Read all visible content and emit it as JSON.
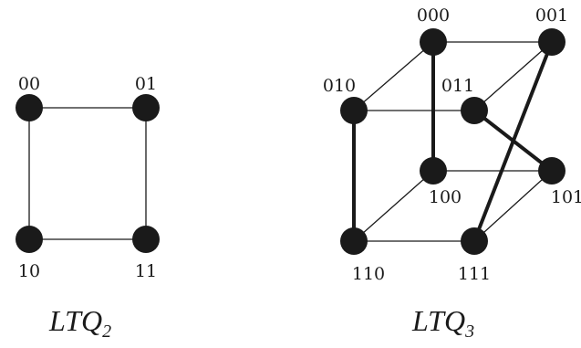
{
  "graphs": [
    {
      "id": "ltq2",
      "caption": {
        "base": "LTQ",
        "sub": "2"
      },
      "nodes": [
        {
          "id": "00",
          "label": "00"
        },
        {
          "id": "01",
          "label": "01"
        },
        {
          "id": "10",
          "label": "10"
        },
        {
          "id": "11",
          "label": "11"
        }
      ],
      "edges": [
        {
          "from": "00",
          "to": "01",
          "bold": false
        },
        {
          "from": "00",
          "to": "10",
          "bold": false
        },
        {
          "from": "01",
          "to": "11",
          "bold": false
        },
        {
          "from": "10",
          "to": "11",
          "bold": false
        }
      ]
    },
    {
      "id": "ltq3",
      "caption": {
        "base": "LTQ",
        "sub": "3"
      },
      "nodes": [
        {
          "id": "000",
          "label": "000"
        },
        {
          "id": "001",
          "label": "001"
        },
        {
          "id": "010",
          "label": "010"
        },
        {
          "id": "011",
          "label": "011"
        },
        {
          "id": "100",
          "label": "100"
        },
        {
          "id": "101",
          "label": "101"
        },
        {
          "id": "110",
          "label": "110"
        },
        {
          "id": "111",
          "label": "111"
        }
      ],
      "edges": [
        {
          "from": "000",
          "to": "001",
          "bold": false
        },
        {
          "from": "000",
          "to": "010",
          "bold": false
        },
        {
          "from": "001",
          "to": "011",
          "bold": false
        },
        {
          "from": "010",
          "to": "011",
          "bold": false
        },
        {
          "from": "100",
          "to": "101",
          "bold": false
        },
        {
          "from": "110",
          "to": "111",
          "bold": false
        },
        {
          "from": "110",
          "to": "100",
          "bold": false
        },
        {
          "from": "111",
          "to": "101",
          "bold": false
        },
        {
          "from": "000",
          "to": "100",
          "bold": true
        },
        {
          "from": "010",
          "to": "110",
          "bold": true
        },
        {
          "from": "011",
          "to": "101",
          "bold": true
        },
        {
          "from": "001",
          "to": "111",
          "bold": true
        }
      ]
    }
  ]
}
